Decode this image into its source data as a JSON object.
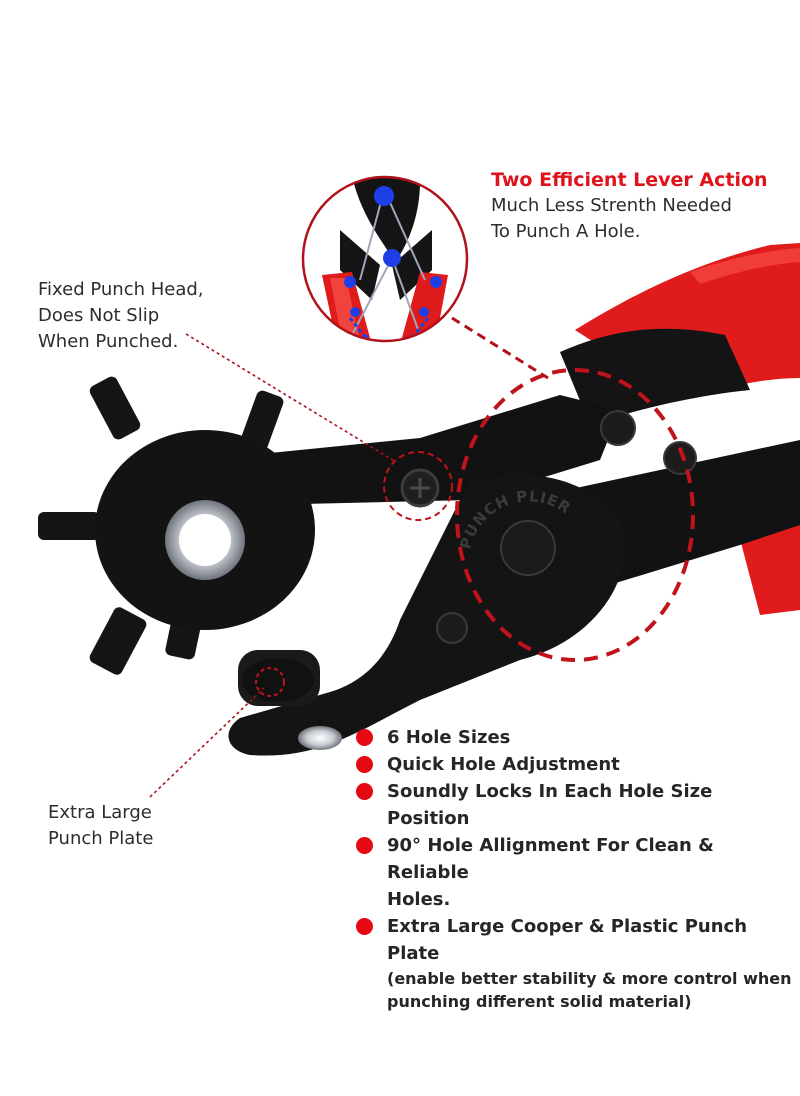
{
  "callouts": {
    "lever": {
      "title": "Two Efficient Lever Action",
      "line1": "Much Less Strenth Needed",
      "line2": "To Punch A Hole."
    },
    "punch_head": {
      "line1": "Fixed Punch Head,",
      "line2": "Does Not Slip",
      "line3": "When Punched."
    },
    "punch_plate": {
      "line1": "Extra Large",
      "line2": "Punch Plate"
    }
  },
  "features": [
    {
      "text": "6 Hole Sizes"
    },
    {
      "text": "Quick Hole Adjustment"
    },
    {
      "text": "Soundly Locks In Each Hole Size Position"
    },
    {
      "text": "90° Hole Allignment For Clean & Reliable",
      "text2": "Holes."
    },
    {
      "text": "Extra Large Cooper & Plastic Punch Plate",
      "sub1": "(enable better stability & more control when",
      "sub2": "punching different solid material)"
    }
  ],
  "emboss": {
    "text": "PUNCH PLIER"
  },
  "colors": {
    "accent": "#e50914",
    "handle": "#e01b1b",
    "metal": "#121212",
    "text": "#2a2a2a"
  },
  "icons": [
    "bullet-dot-icon"
  ]
}
